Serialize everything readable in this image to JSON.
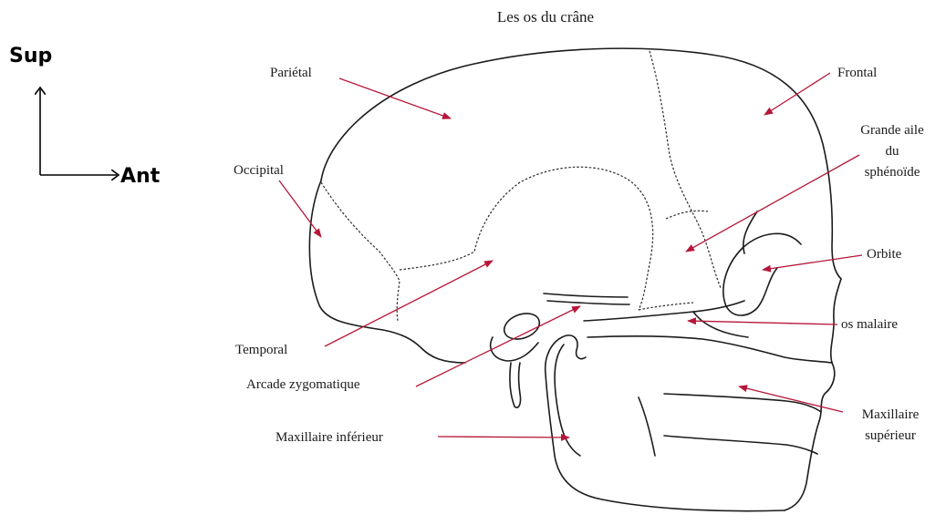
{
  "title": "Les os du crâne",
  "orientation": {
    "up": "Sup",
    "right": "Ant"
  },
  "labels": {
    "parietal": "Pariétal",
    "frontal": "Frontal",
    "occipital": "Occipital",
    "grande_aile_1": "Grande aile",
    "grande_aile_2": "du",
    "grande_aile_3": "sphénoïde",
    "orbite": "Orbite",
    "temporal": "Temporal",
    "os_malaire": "os malaire",
    "arcade": "Arcade zygomatique",
    "maxillaire_inf": "Maxillaire inférieur",
    "maxillaire_sup_1": "Maxillaire",
    "maxillaire_sup_2": "supérieur"
  },
  "colors": {
    "arrow": "#b5173a",
    "line": "#1b1b1b"
  }
}
